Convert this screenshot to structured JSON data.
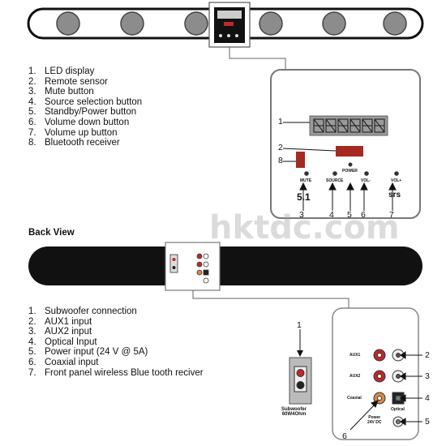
{
  "front_list": [
    {
      "num": "1.",
      "label": "LED display"
    },
    {
      "num": "2.",
      "label": "Remote sensor"
    },
    {
      "num": "3.",
      "label": "Mute button"
    },
    {
      "num": "4.",
      "label": "Source selection button"
    },
    {
      "num": "5.",
      "label": "Standby/Power button"
    },
    {
      "num": "6.",
      "label": "Volume down button"
    },
    {
      "num": "7.",
      "label": "Volume up button"
    },
    {
      "num": "8.",
      "label": "Bluetooth receiver"
    }
  ],
  "back_heading": "Back View",
  "back_list": [
    {
      "num": "1.",
      "label": "Subwoofer connection"
    },
    {
      "num": "2.",
      "label": "AUX1 input"
    },
    {
      "num": "3.",
      "label": "AUX2 input"
    },
    {
      "num": "4.",
      "label": "Optical Input"
    },
    {
      "num": "5.",
      "label": "Power input (24 V @ 5A)"
    },
    {
      "num": "6.",
      "label": "Coaxial input"
    },
    {
      "num": "7.",
      "label": "Front panel wireless Blue tooth reciver"
    }
  ],
  "front_panel": {
    "power": "POWER",
    "mute": "MUTE",
    "source": "SOURCE",
    "vol_down": "VOL-",
    "vol_up": "VOL+",
    "logo_left": "5.1",
    "logo_right": "srs"
  },
  "front_callouts": {
    "c1": "1",
    "c2": "2",
    "c8": "8",
    "c3": "3",
    "c4": "4",
    "c5": "5",
    "c6": "6",
    "c7": "7"
  },
  "back_panel": {
    "subwoofer_label": "Subwoofer\n60W4Ohm",
    "aux1": "AUX1",
    "aux2": "AUX2",
    "coaxial": "Coaxial",
    "optical": "Optical",
    "power": "Power\n24V DC"
  },
  "back_callouts": {
    "c1": "1",
    "c2": "2",
    "c3": "3",
    "c4": "4",
    "c5": "5",
    "c6": "6"
  },
  "watermark": "hktdc.com",
  "colors": {
    "red": "#c0282a",
    "dark": "#111111",
    "led_bg": "#9a9a9a",
    "port_orange": "#d88a4a"
  }
}
